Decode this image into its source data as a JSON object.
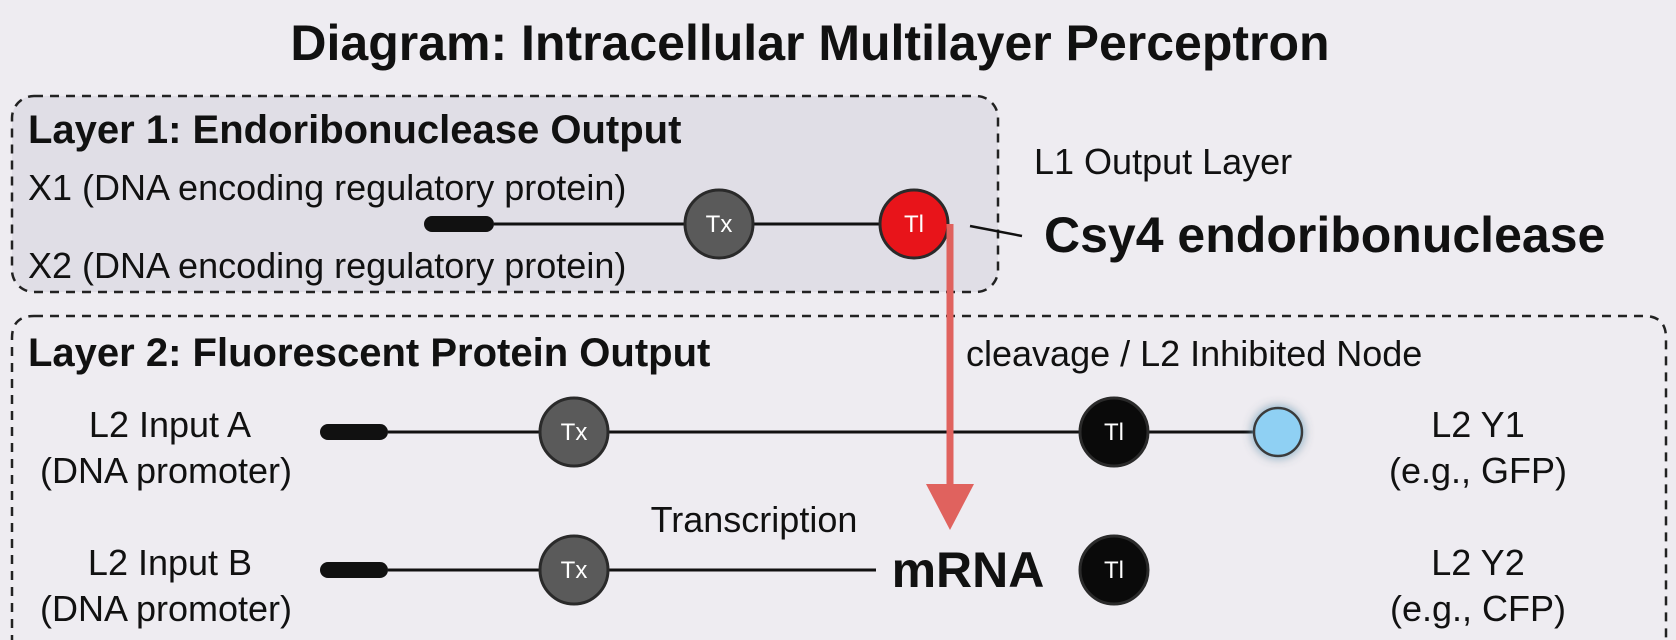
{
  "title": "Diagram: Intracellular Multilayer Perceptron",
  "layer1": {
    "heading": "Layer 1: Endoribonuclease Output",
    "x1_label": "X1 (DNA encoding regulatory protein)",
    "x2_label": "X2 (DNA encoding regulatory protein)",
    "tx_label": "Tx",
    "tl_label": "Tl",
    "output_layer_label": "L1 Output Layer",
    "output_name": "Csy4 endoribonuclease"
  },
  "layer2": {
    "heading": "Layer 2: Fluorescent Protein Output",
    "cleavage_label": "cleavage / L2 Inhibited Node",
    "input_a_line1": "L2 Input A",
    "input_a_line2": "(DNA promoter)",
    "input_b_line1": "L2 Input B",
    "input_b_line2": "(DNA promoter)",
    "tx_label": "Tx",
    "tl_label": "Tl",
    "transcription_label": "Transcription",
    "mrna_label": "mRNA",
    "y1_line1": "L2 Y1",
    "y1_line2": "(e.g., GFP)",
    "y2_line1": "L2 Y2",
    "y2_line2": "(e.g., CFP)"
  },
  "colors": {
    "background": "#eeecf1",
    "layer1_fill": "#e0dee6",
    "tx_node": "#5a5a5a",
    "tl_active": "#e8141a",
    "tl_node": "#0a0a0a",
    "output_glow": "#8fd0f3",
    "arrow": "#e0625e"
  }
}
